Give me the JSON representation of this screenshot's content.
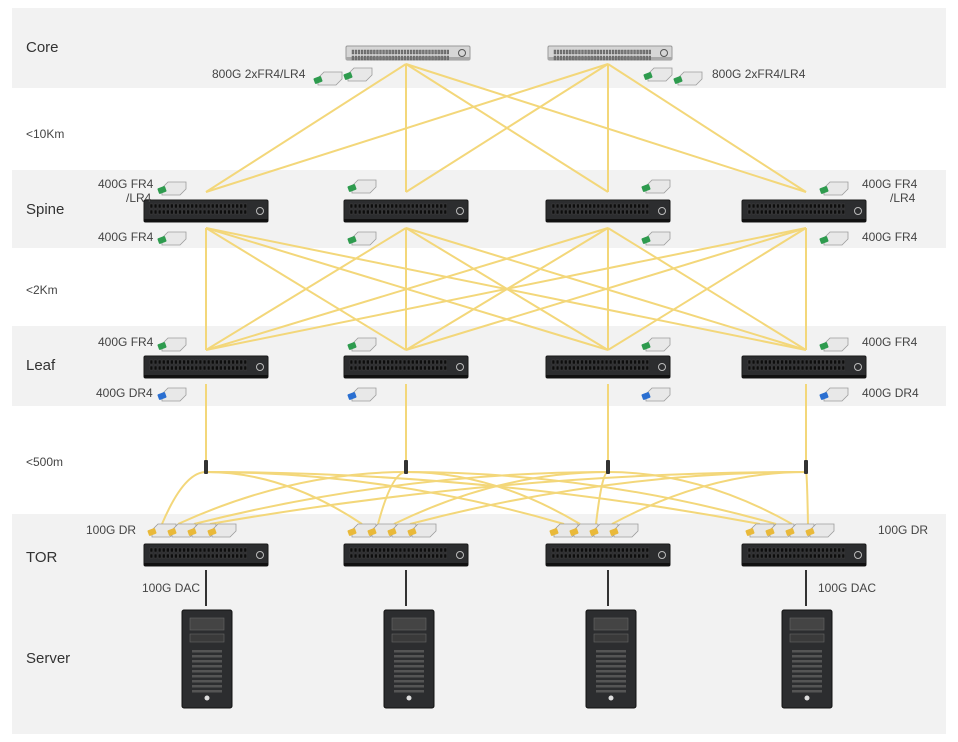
{
  "colors": {
    "band": "#f2f2f2",
    "fiber": "#f3d77a",
    "switch_dark": "#2c2d2f",
    "switch_light": "#d6d6d6",
    "module_green": "#2e9b4e",
    "module_blue": "#2a6fd1",
    "module_yellow": "#e9b93a"
  },
  "tiers": {
    "core": "Core",
    "spine": "Spine",
    "leaf": "Leaf",
    "tor": "TOR",
    "server": "Server"
  },
  "distances": {
    "core_spine": "<10Km",
    "spine_leaf": "<2Km",
    "leaf_tor": "<500m"
  },
  "labels": {
    "core_left": "800G 2xFR4/LR4",
    "core_right": "800G 2xFR4/LR4",
    "spine_up_left_1": "400G FR4",
    "spine_up_left_2": "/LR4",
    "spine_up_right_1": "400G FR4",
    "spine_up_right_2": "/LR4",
    "spine_down_left": "400G FR4",
    "spine_down_right": "400G FR4",
    "leaf_up_left": "400G FR4",
    "leaf_up_right": "400G FR4",
    "leaf_down_left": "400G DR4",
    "leaf_down_right": "400G DR4",
    "tor_left": "100G DR",
    "tor_right": "100G DR",
    "dac_left": "100G DAC",
    "dac_right": "100G DAC"
  },
  "icons": {
    "core_switch": "core-switch-icon",
    "switch": "network-switch-icon",
    "transceiver": "transceiver-module-icon",
    "server": "tower-server-icon"
  }
}
